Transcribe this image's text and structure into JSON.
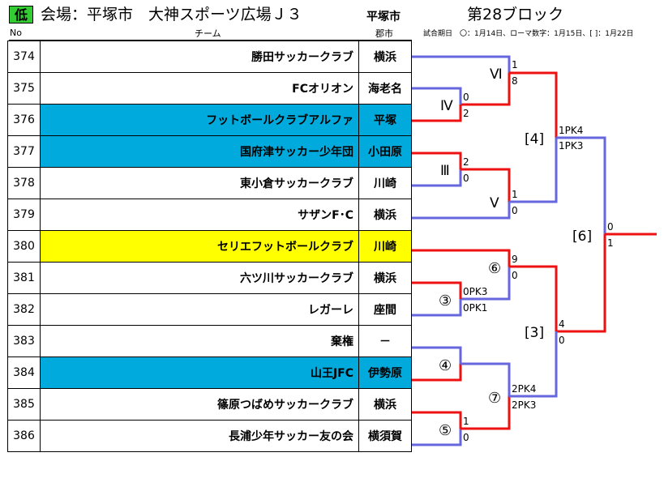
{
  "header": {
    "badge": "低",
    "venue": "会場：平塚市　大神スポーツ広場Ｊ３",
    "city": "平塚市",
    "block": "第28ブロック",
    "note": "試合期日　〇：1月14日、ローマ数字：1月15日、[ ]：1月22日",
    "col_no": "No",
    "col_team": "チーム",
    "col_city": "郡市"
  },
  "teams": [
    {
      "no": "374",
      "name": "勝田サッカークラブ",
      "city": "横浜",
      "highlight": ""
    },
    {
      "no": "375",
      "name": "FCオリオン",
      "city": "海老名",
      "highlight": ""
    },
    {
      "no": "376",
      "name": "フットボールクラブアルファ",
      "city": "平塚",
      "highlight": "blue"
    },
    {
      "no": "377",
      "name": "国府津サッカー少年団",
      "city": "小田原",
      "highlight": "blue"
    },
    {
      "no": "378",
      "name": "東小倉サッカークラブ",
      "city": "川崎",
      "highlight": ""
    },
    {
      "no": "379",
      "name": "サザンF･C",
      "city": "横浜",
      "highlight": ""
    },
    {
      "no": "380",
      "name": "セリエフットボールクラブ",
      "city": "川崎",
      "highlight": "yellow"
    },
    {
      "no": "381",
      "name": "六ツ川サッカークラブ",
      "city": "横浜",
      "highlight": ""
    },
    {
      "no": "382",
      "name": "レガーレ",
      "city": "座間",
      "highlight": ""
    },
    {
      "no": "383",
      "name": "棄権",
      "city": "－",
      "highlight": ""
    },
    {
      "no": "384",
      "name": "山王JFC",
      "city": "伊勢原",
      "highlight": "blue"
    },
    {
      "no": "385",
      "name": "篠原つばめサッカークラブ",
      "city": "横浜",
      "highlight": ""
    },
    {
      "no": "386",
      "name": "長浦少年サッカー友の会",
      "city": "横須賀",
      "highlight": ""
    }
  ],
  "bracket": {
    "labels": {
      "r6": "Ⅵ",
      "r4": "Ⅳ",
      "r3": "Ⅲ",
      "r5": "Ⅴ",
      "b4": "[4]",
      "b6": "[6]",
      "b3": "[3]",
      "c6": "⑥",
      "c3": "③",
      "c4": "④",
      "c7": "⑦",
      "c5": "⑤"
    },
    "scores": {
      "r6_top": "1",
      "r6_bot": "8",
      "r4_top": "0",
      "r4_bot": "2",
      "r3_top": "2",
      "r3_bot": "0",
      "r5_top": "1",
      "r5_bot": "0",
      "b4_top": "1PK4",
      "b4_bot": "1PK3",
      "b6_top": "0",
      "b6_bot": "1",
      "c6_top": "9",
      "c6_bot": "0",
      "c3_top": "0PK3",
      "c3_bot": "0PK1",
      "b3_top": "4",
      "b3_bot": "0",
      "c7_top": "2PK4",
      "c7_bot": "2PK3",
      "c5_top": "1",
      "c5_bot": "0"
    },
    "colors": {
      "win": "#ee1111",
      "lose": "#6666dd"
    }
  }
}
